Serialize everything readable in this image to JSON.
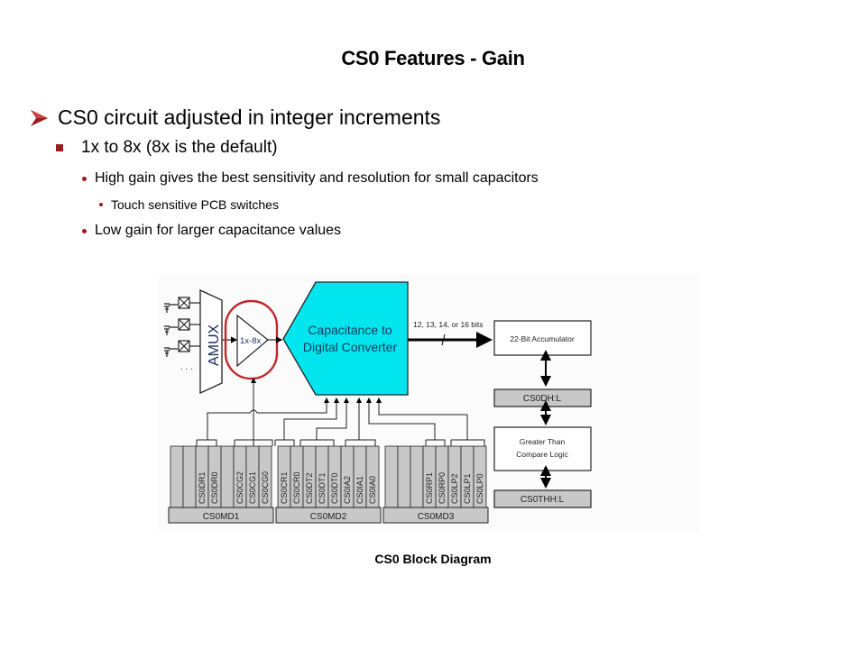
{
  "slide": {
    "title": "CS0 Features - Gain",
    "bullets": {
      "level1": "CS0 circuit adjusted in integer increments",
      "level2": "1x to 8x (8x is the default)",
      "level3a": "High gain gives the best sensitivity and resolution for small capacitors",
      "level4": "Touch sensitive PCB switches",
      "level3b": "Low gain for larger capacitance values"
    },
    "caption": "CS0 Block Diagram",
    "accent_color": "#9b1c1c"
  },
  "diagram": {
    "amux_label": "AMUX",
    "amp_label": "1x-8x",
    "ellipsis": ". . .",
    "cdc_label_line1": "Capacitance to",
    "cdc_label_line2": "Digital Converter",
    "cdc_color": "#00e5ee",
    "bus_label": "12, 13, 14, or 16 bits",
    "accumulator": "22-Bit Accumulator",
    "data_reg": "CS0DH:L",
    "compare_line1": "Greater Than",
    "compare_line2": "Compare Logic",
    "threshold_reg": "CS0THH:L",
    "highlight_color": "#c0282d",
    "registers": [
      {
        "name": "CS0MD1",
        "bits": [
          "",
          "",
          "CS0DR1",
          "CS0DR0",
          "",
          "CS0CG2",
          "CS0CG1",
          "CS0CG0"
        ]
      },
      {
        "name": "CS0MD2",
        "bits": [
          "CS0CR1",
          "CS0CR0",
          "CS0DT2",
          "CS0DT1",
          "CS0DT0",
          "CS0IA2",
          "CS0IA1",
          "CS0IA0"
        ]
      },
      {
        "name": "CS0MD3",
        "bits": [
          "",
          "",
          "",
          "CS0RP1",
          "CS0RP0",
          "CS0LP2",
          "CS0LP1",
          "CS0LP0"
        ]
      }
    ]
  }
}
